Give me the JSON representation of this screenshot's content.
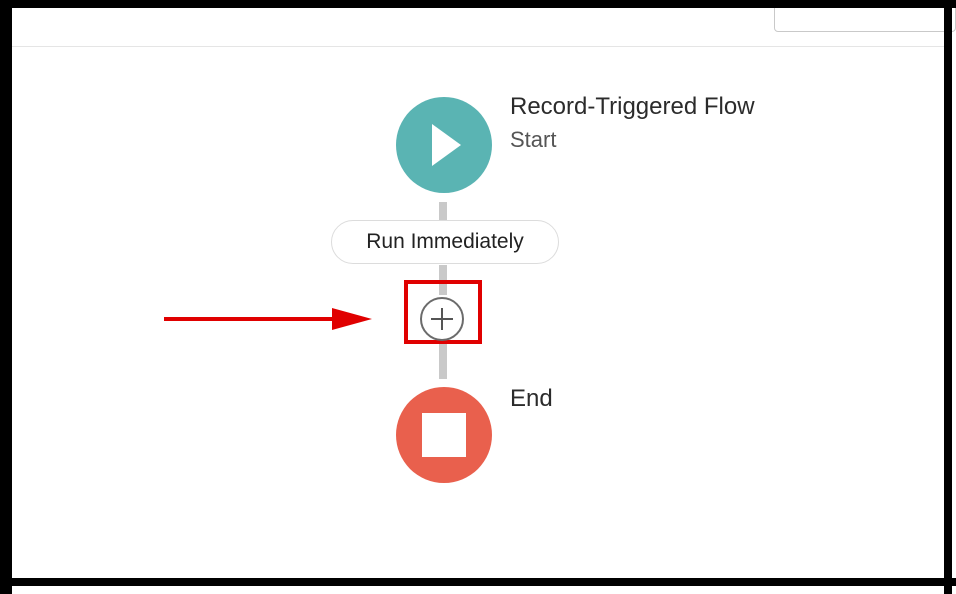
{
  "flow": {
    "start_node": {
      "title": "Record-Triggered Flow",
      "subtitle": "Start",
      "color": "#5ab4b3",
      "icon": "play-icon"
    },
    "path_label": "Run Immediately",
    "add_element_icon": "plus-icon",
    "end_node": {
      "title": "End",
      "color": "#e9604d",
      "icon": "stop-icon"
    }
  },
  "annotation": {
    "color": "#e00000",
    "arrow_icon": "right-arrow-icon"
  }
}
